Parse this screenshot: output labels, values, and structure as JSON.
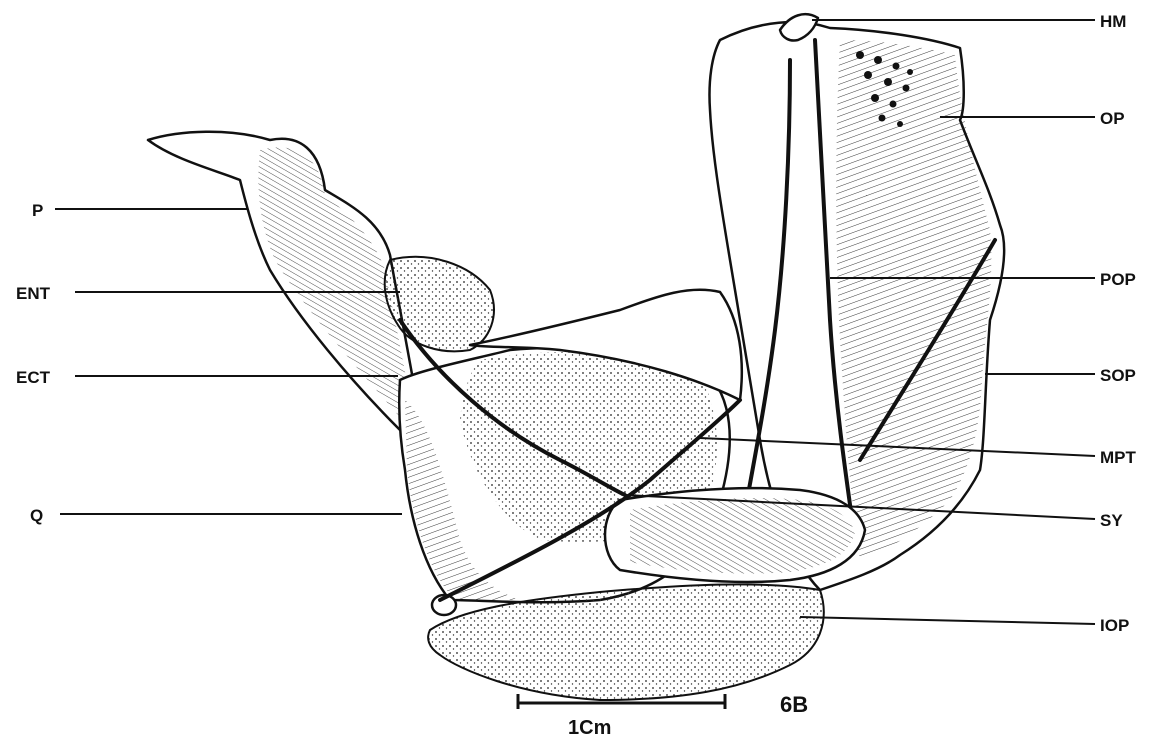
{
  "labels": {
    "hm": "HM",
    "op": "OP",
    "pop": "POP",
    "sop": "SOP",
    "mpt": "MPT",
    "sy": "SY",
    "iop": "IOP",
    "p": "P",
    "ent": "ENT",
    "ect": "ECT",
    "q": "Q"
  },
  "scale_bar": {
    "label": "1Cm"
  },
  "figure_number": "6B"
}
